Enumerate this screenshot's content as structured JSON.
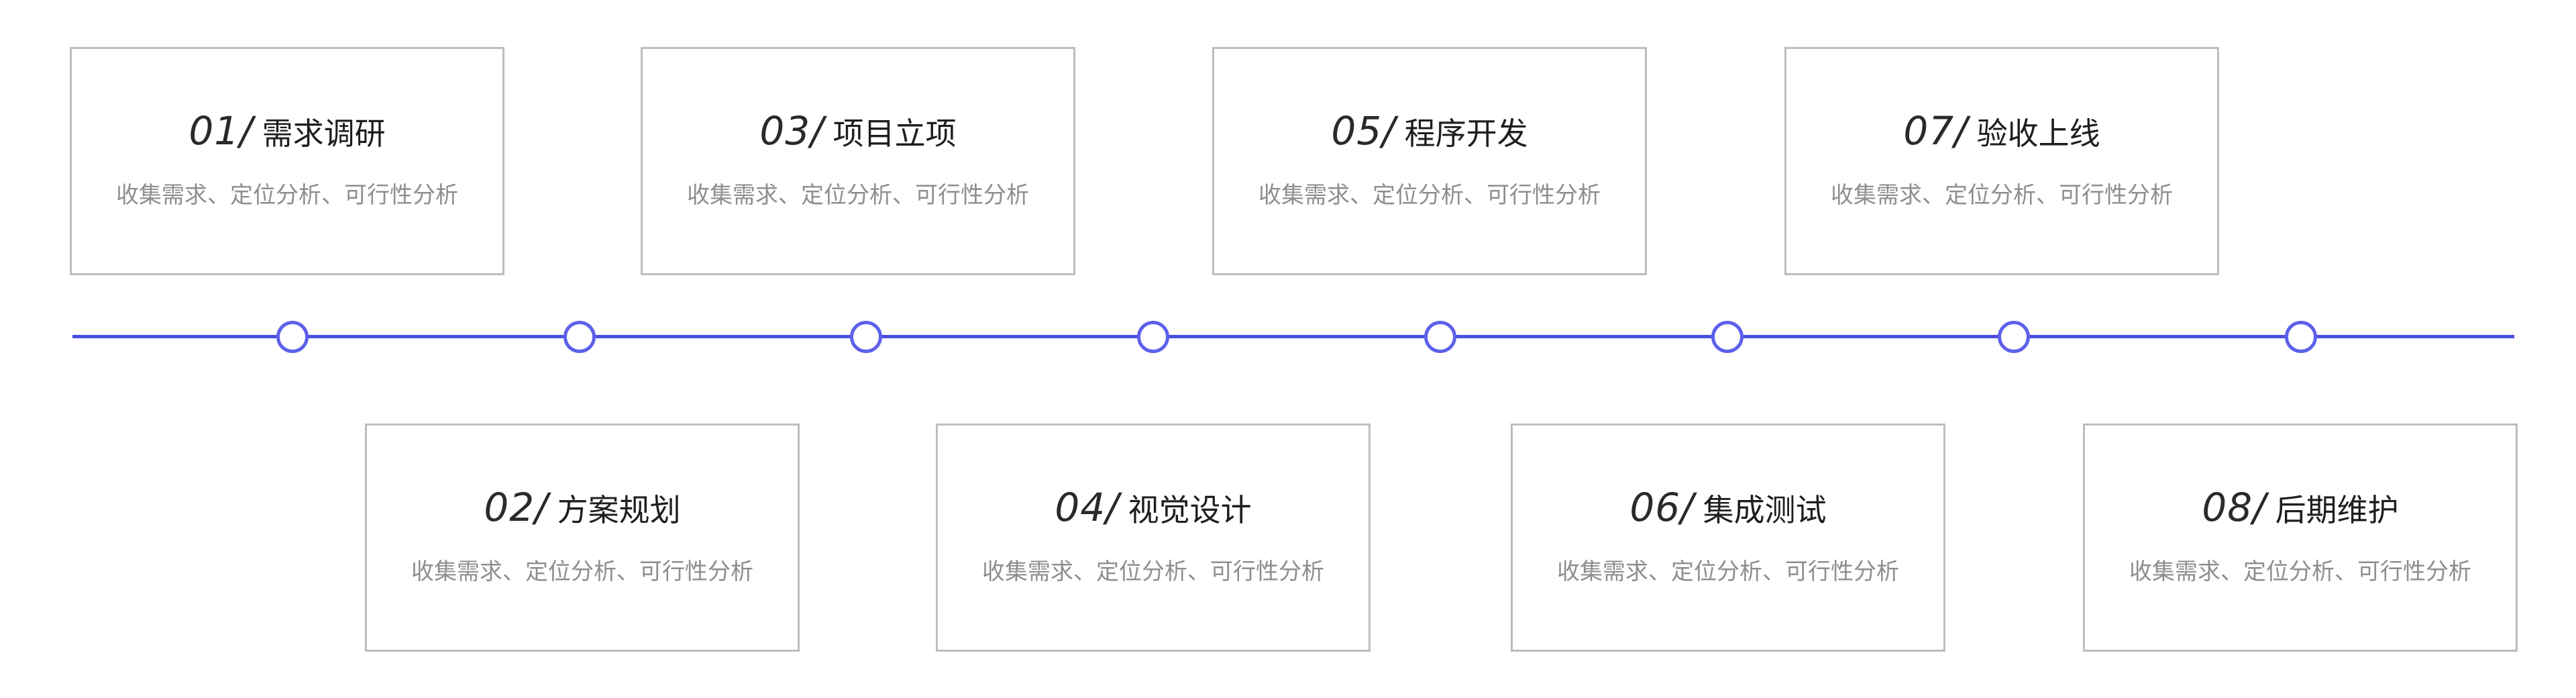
{
  "steps": [
    {
      "num": "01",
      "slash": "/",
      "name": "需求调研",
      "desc": "收集需求、定位分析、可行性分析"
    },
    {
      "num": "02",
      "slash": "/",
      "name": "方案规划",
      "desc": "收集需求、定位分析、可行性分析"
    },
    {
      "num": "03",
      "slash": "/",
      "name": "项目立项",
      "desc": "收集需求、定位分析、可行性分析"
    },
    {
      "num": "04",
      "slash": "/",
      "name": "视觉设计",
      "desc": "收集需求、定位分析、可行性分析"
    },
    {
      "num": "05",
      "slash": "/",
      "name": "程序开发",
      "desc": "收集需求、定位分析、可行性分析"
    },
    {
      "num": "06",
      "slash": "/",
      "name": "集成测试",
      "desc": "收集需求、定位分析、可行性分析"
    },
    {
      "num": "07",
      "slash": "/",
      "name": "验收上线",
      "desc": "收集需求、定位分析、可行性分析"
    },
    {
      "num": "08",
      "slash": "/",
      "name": "后期维护",
      "desc": "收集需求、定位分析、可行性分析"
    }
  ],
  "colors": {
    "axis": "#4a4ee0",
    "node_border": "#5c60ea",
    "card_border": "#bdbdbd",
    "title_text": "#222222",
    "desc_text": "#8e8e8e"
  }
}
